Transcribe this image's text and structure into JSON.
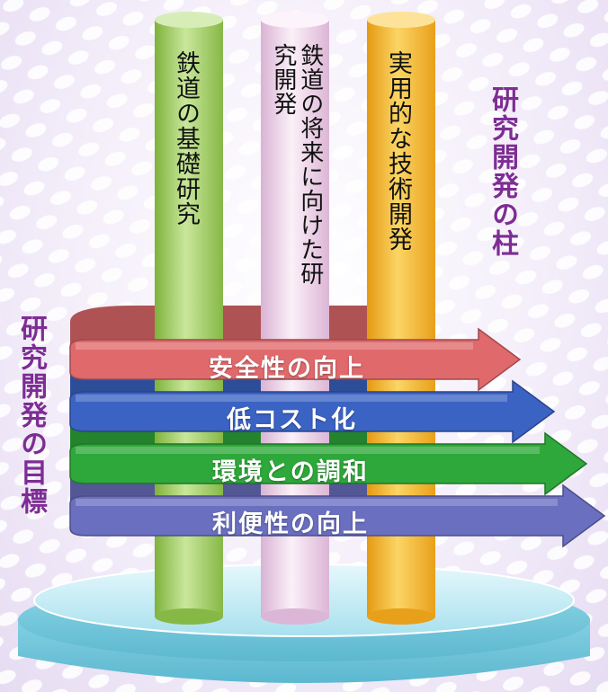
{
  "side_labels": {
    "pillars_heading": "研究開発の柱",
    "goals_heading": "研究開発の目標"
  },
  "pillars": [
    {
      "label": "鉄道の基礎研究",
      "color": "#9ccc5a"
    },
    {
      "label": "鉄道の将来に向けた研究開発",
      "color": "#f0d6ec"
    },
    {
      "label": "実用的な技術開発",
      "color": "#f5b82a"
    }
  ],
  "goals": [
    {
      "label": "安全性の向上",
      "color": "#e0696c"
    },
    {
      "label": "低コスト化",
      "color": "#3b63c4"
    },
    {
      "label": "環境との調和",
      "color": "#2ea83a"
    },
    {
      "label": "利便性の向上",
      "color": "#6a6fc0"
    }
  ],
  "colors": {
    "heading": "#7d2d93",
    "base_top": "#c8eef6",
    "base_side": "#7fd0e2"
  }
}
